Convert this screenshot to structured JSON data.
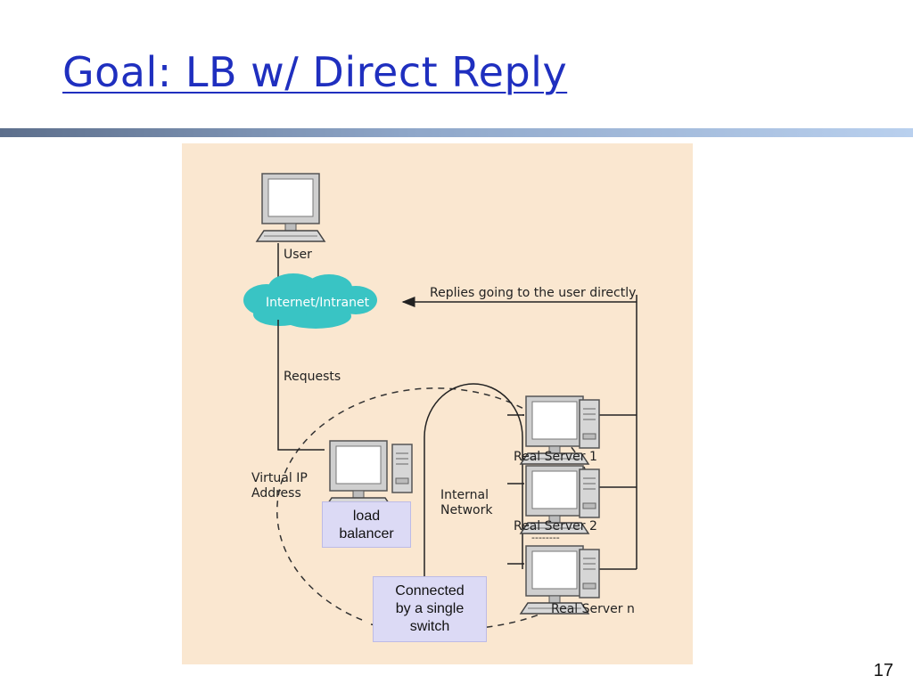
{
  "slide": {
    "title": "Goal: LB w/ Direct Reply",
    "page_number": "17"
  },
  "diagram": {
    "user_label": "User",
    "cloud_label": "Internet/Intranet",
    "replies_label": "Replies going to the user directly",
    "requests_label": "Requests",
    "virtual_ip_line1": "Virtual IP",
    "virtual_ip_line2": "Address",
    "internal_line1": "Internal",
    "internal_line2": "Network",
    "server1_label": "Real Server 1",
    "server2_label": "Real Server 2",
    "servern_label": "Real Server n",
    "server_ellipsis": "--------",
    "load_balancer_line1": "load",
    "load_balancer_line2": "balancer",
    "switch_line1": "Connected",
    "switch_line2": "by a single",
    "switch_line3": "switch"
  }
}
